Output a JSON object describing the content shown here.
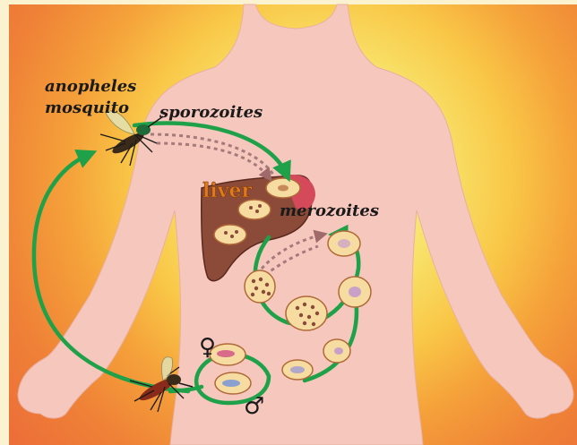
{
  "diagram": {
    "labels": {
      "anopheles": "anopheles",
      "mosquito": "mosquito",
      "sporozoites": "sporozoites",
      "liver": "liver",
      "merozoites": "merozoites",
      "female_symbol": "♀",
      "male_symbol": "♂"
    },
    "colors": {
      "background_outer": "#ec6a38",
      "background_mid": "#f5a23a",
      "background_inner": "#f9d84a",
      "background_center": "#f6f0a0",
      "skin": "#f6c7bd",
      "liver": "#8c4a38",
      "cycle_arrow": "#1fa14a",
      "cell": "#f6dca0",
      "cell_outline": "#b06a3a",
      "label_text": "#1a1a1a",
      "liver_label": "#e07a1c"
    }
  }
}
